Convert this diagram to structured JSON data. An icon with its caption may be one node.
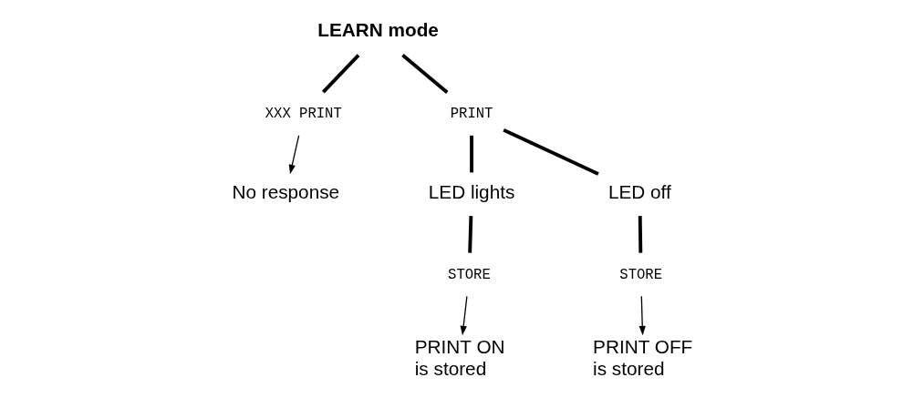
{
  "diagram": {
    "nodes": [
      {
        "text": [
          "LEARN mode"
        ]
      },
      {
        "text": [
          "XXX PRINT"
        ]
      },
      {
        "text": [
          "No response"
        ]
      },
      {
        "text": [
          "PRINT"
        ]
      },
      {
        "text": [
          "LED lights"
        ]
      },
      {
        "text": [
          "LED off"
        ]
      },
      {
        "text": [
          "STORE"
        ]
      },
      {
        "text": [
          "STORE"
        ]
      },
      {
        "text": [
          "PRINT ON is stored"
        ]
      },
      {
        "text": [
          "PRINT OFF is stored"
        ]
      }
    ],
    "edges": [
      {
        "from": 0,
        "to": 1,
        "arrow": "none"
      },
      {
        "from": 0,
        "to": 3,
        "arrow": "none"
      },
      {
        "from": 1,
        "to": 2,
        "arrow": "to"
      },
      {
        "from": 3,
        "to": 4,
        "arrow": "none"
      },
      {
        "from": 3,
        "to": 5,
        "arrow": "none"
      },
      {
        "from": 4,
        "to": 6,
        "arrow": "none"
      },
      {
        "from": 5,
        "to": 7,
        "arrow": "none"
      },
      {
        "from": 6,
        "to": 8,
        "arrow": "to"
      },
      {
        "from": 7,
        "to": 9,
        "arrow": "to"
      }
    ]
  }
}
